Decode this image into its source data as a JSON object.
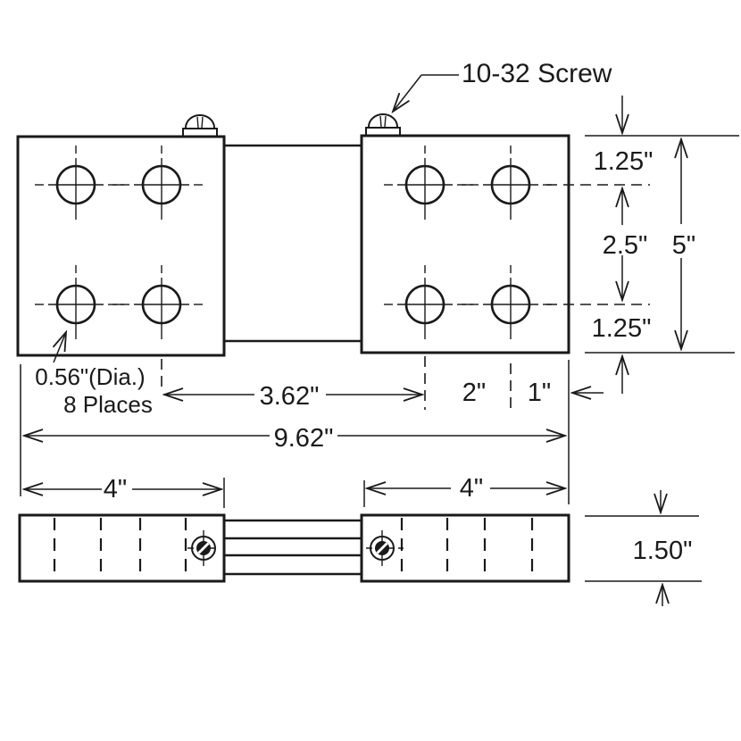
{
  "colors": {
    "ink": "#1a1a1a",
    "paper": "#ffffff"
  },
  "labels": {
    "screw_note": "10-32 Screw",
    "hole_note_line1": "0.56\"(Dia.)",
    "hole_note_line2": "8 Places"
  },
  "dimensions": {
    "top_hole_offset": "1.25\"",
    "hole_row_spacing": "2.5\"",
    "overall_height": "5\"",
    "bottom_hole_offset": "1.25\"",
    "hole_center_span": "3.62\"",
    "edge_span_2": "2\"",
    "edge_span_1": "1\"",
    "overall_length": "9.62\"",
    "left_block_length": "4\"",
    "right_block_length": "4\"",
    "thickness": "1.50\""
  }
}
